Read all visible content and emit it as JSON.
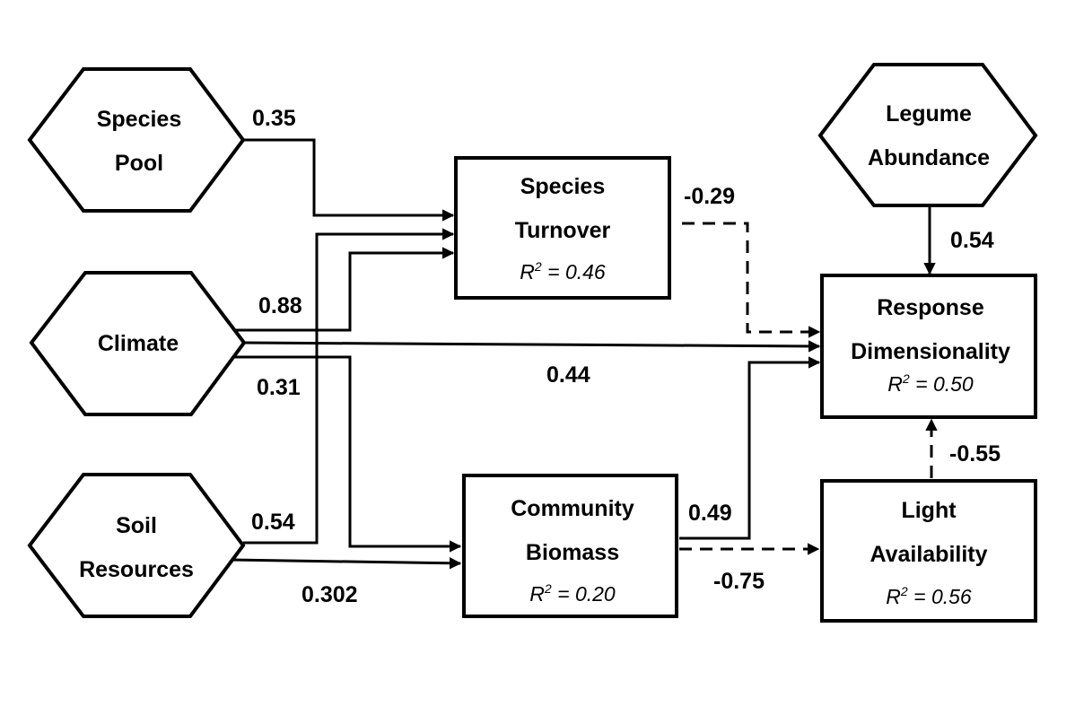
{
  "nodes": {
    "species_pool": {
      "lines": [
        "Species",
        "Pool"
      ]
    },
    "climate": {
      "lines": [
        "Climate"
      ]
    },
    "soil_resources": {
      "lines": [
        "Soil",
        "Resources"
      ]
    },
    "legume_abundance": {
      "lines": [
        "Legume",
        "Abundance"
      ]
    },
    "species_turnover": {
      "lines": [
        "Species",
        "Turnover"
      ],
      "r2": "0.46"
    },
    "community_biomass": {
      "lines": [
        "Community",
        "Biomass"
      ],
      "r2": "0.20"
    },
    "response_dimensionality": {
      "lines": [
        "Response",
        "Dimensionality"
      ],
      "r2": "0.50"
    },
    "light_availability": {
      "lines": [
        "Light",
        "Availability"
      ],
      "r2": "0.56"
    }
  },
  "r2_label": {
    "letter": "R",
    "exponent": "2",
    "equals": " = "
  },
  "paths": [
    {
      "id": "pool-turnover",
      "from": "species_pool",
      "to": "species_turnover",
      "coefficient": "0.35",
      "style": "solid"
    },
    {
      "id": "climate-turnover",
      "from": "climate",
      "to": "species_turnover",
      "coefficient": "0.88",
      "style": "solid"
    },
    {
      "id": "soil-turnover",
      "from": "soil_resources",
      "to": "species_turnover",
      "coefficient": "0.54",
      "style": "solid"
    },
    {
      "id": "turnover-response",
      "from": "species_turnover",
      "to": "response_dimensionality",
      "coefficient": "-0.29",
      "style": "dashed"
    },
    {
      "id": "climate-response",
      "from": "climate",
      "to": "response_dimensionality",
      "coefficient": "0.44",
      "style": "solid"
    },
    {
      "id": "climate-biomass",
      "from": "climate",
      "to": "community_biomass",
      "coefficient": "0.31",
      "style": "solid"
    },
    {
      "id": "soil-biomass",
      "from": "soil_resources",
      "to": "community_biomass",
      "coefficient": "0.302",
      "style": "solid"
    },
    {
      "id": "biomass-response",
      "from": "community_biomass",
      "to": "response_dimensionality",
      "coefficient": "0.49",
      "style": "solid"
    },
    {
      "id": "biomass-light",
      "from": "community_biomass",
      "to": "light_availability",
      "coefficient": "-0.75",
      "style": "dashed"
    },
    {
      "id": "legume-response",
      "from": "legume_abundance",
      "to": "response_dimensionality",
      "coefficient": "0.54",
      "style": "solid"
    },
    {
      "id": "light-response",
      "from": "light_availability",
      "to": "response_dimensionality",
      "coefficient": "-0.55",
      "style": "dashed"
    }
  ]
}
